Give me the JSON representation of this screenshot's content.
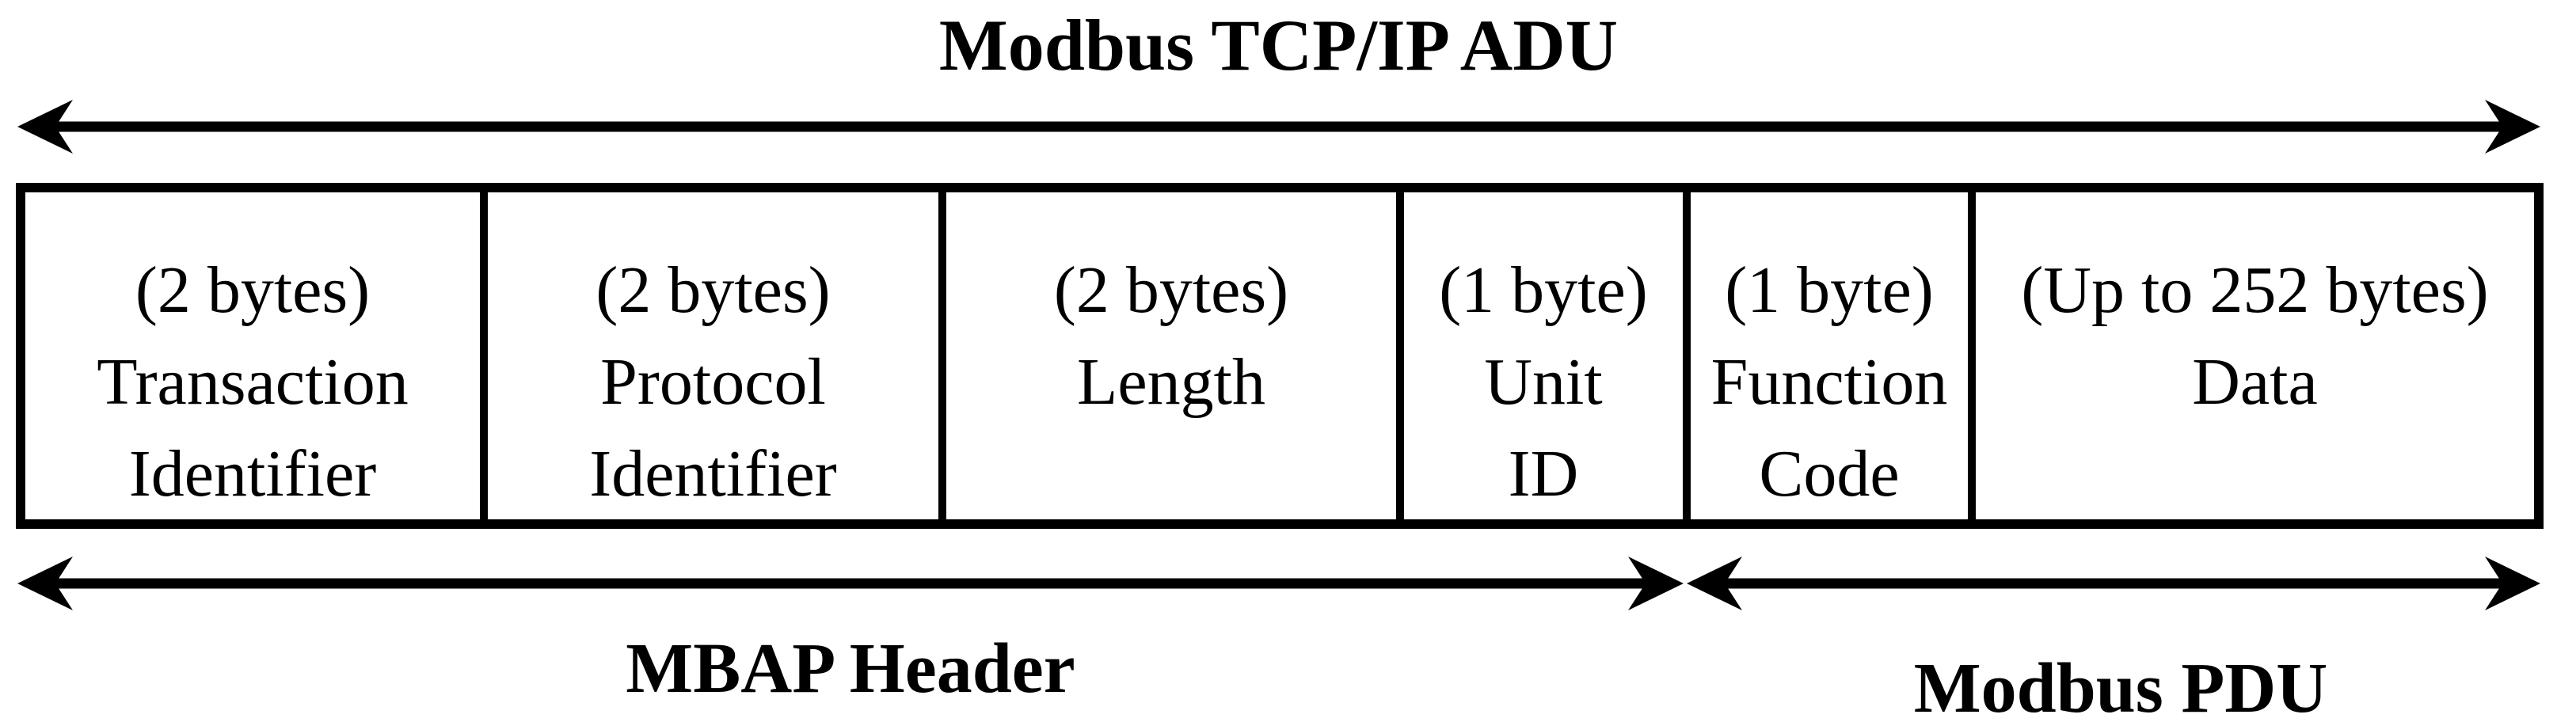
{
  "diagram": {
    "title": "Modbus TCP/IP ADU",
    "fields": [
      {
        "size_label": "(2 bytes)",
        "name_line1": "Transaction",
        "name_line2": "Identifier"
      },
      {
        "size_label": "(2 bytes)",
        "name_line1": "Protocol",
        "name_line2": "Identifier"
      },
      {
        "size_label": "(2 bytes)",
        "name_line1": "Length",
        "name_line2": ""
      },
      {
        "size_label": "(1 byte)",
        "name_line1": "Unit",
        "name_line2": "ID"
      },
      {
        "size_label": "(1 byte)",
        "name_line1": "Function",
        "name_line2": "Code"
      },
      {
        "size_label": "(Up to 252 bytes)",
        "name_line1": "Data",
        "name_line2": ""
      }
    ],
    "span_labels": {
      "mbap": "MBAP Header",
      "pdu": "Modbus PDU"
    },
    "colors": {
      "line": "#000000",
      "background": "#ffffff"
    }
  }
}
